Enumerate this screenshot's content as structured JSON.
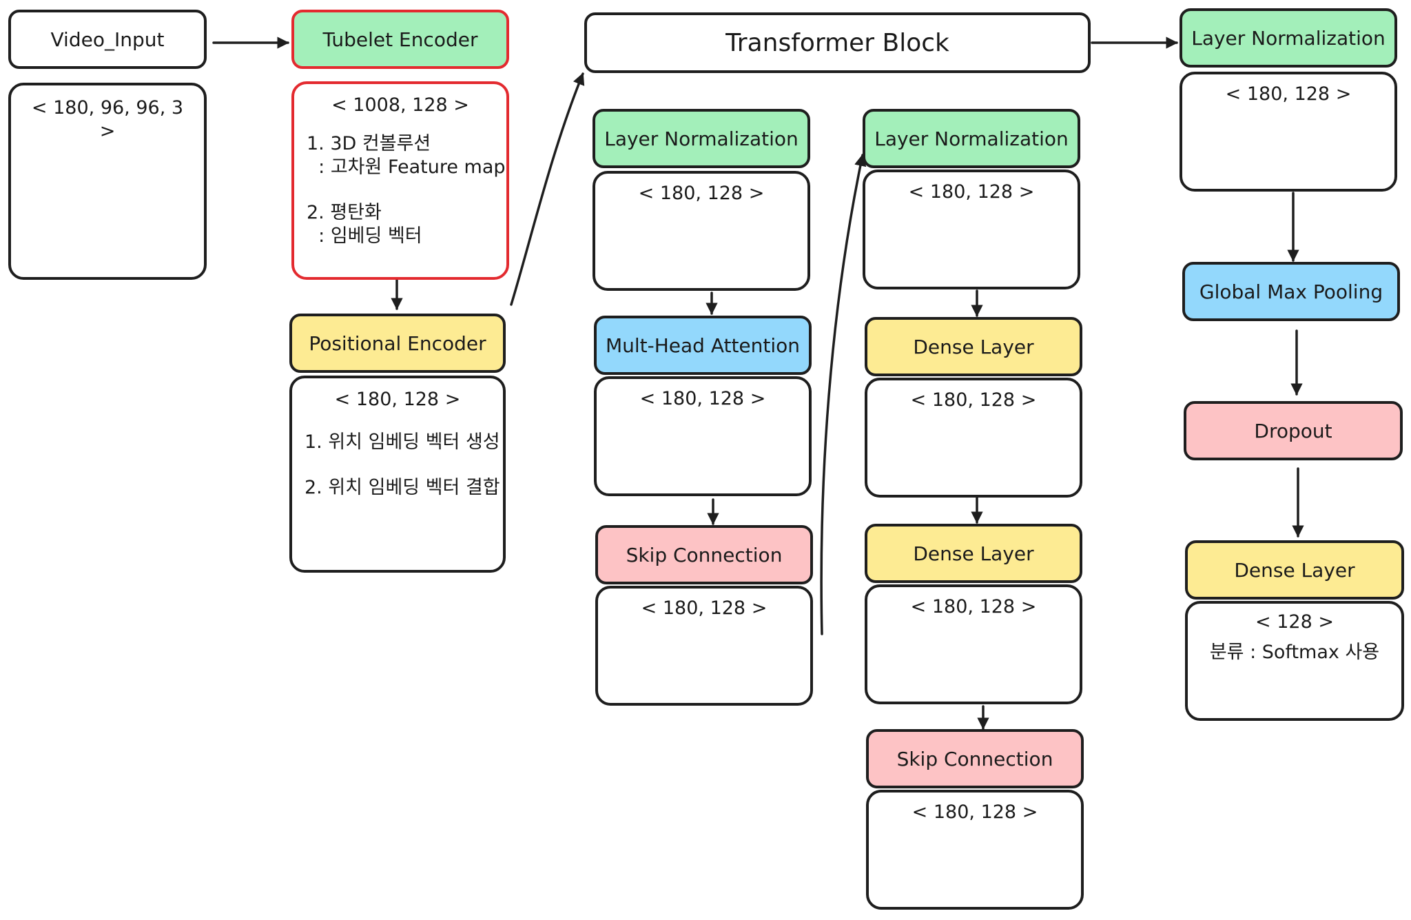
{
  "nodes": {
    "video_input": {
      "title": "Video_Input",
      "shape": "< 180, 96, 96, 3 >"
    },
    "tubelet_encoder": {
      "title": "Tubelet Encoder",
      "shape": "< 1008, 128 >",
      "notes": [
        "1. 3D 컨볼루션",
        "  : 고차원 Feature map",
        "2. 평탄화",
        "  : 임베딩 벡터"
      ]
    },
    "positional_encoder": {
      "title": "Positional Encoder",
      "shape": "< 180, 128 >",
      "notes": [
        "1. 위치 임베딩 벡터 생성",
        "2. 위치 임베딩 벡터 결합"
      ]
    },
    "transformer_block": {
      "title": "Transformer Block"
    },
    "tb_layer_norm_1": {
      "title": "Layer Normalization",
      "shape": "< 180, 128 >"
    },
    "tb_mha": {
      "title": "Mult-Head Attention",
      "shape": "< 180, 128 >"
    },
    "tb_skip_1": {
      "title": "Skip Connection",
      "shape": "< 180, 128 >"
    },
    "tb_layer_norm_2": {
      "title": "Layer Normalization",
      "shape": "< 180, 128 >"
    },
    "tb_dense_1": {
      "title": "Dense Layer",
      "shape": "< 180, 128 >"
    },
    "tb_dense_2": {
      "title": "Dense Layer",
      "shape": "< 180, 128 >"
    },
    "tb_skip_2": {
      "title": "Skip Connection",
      "shape": "< 180, 128 >"
    },
    "out_layer_norm": {
      "title": "Layer Normalization",
      "shape": "< 180, 128 >"
    },
    "global_max_pooling": {
      "title": "Global Max Pooling"
    },
    "dropout": {
      "title": "Dropout"
    },
    "final_dense": {
      "title": "Dense Layer",
      "shape": "< 128 >",
      "notes": [
        "분류 : Softmax 사용"
      ]
    }
  },
  "colors": {
    "green": "#a3efba",
    "blue": "#93d8fc",
    "yellow": "#fdeb93",
    "pink": "#fdc3c5",
    "highlight_border": "#e32a2f",
    "stroke": "#1e1e1e"
  }
}
